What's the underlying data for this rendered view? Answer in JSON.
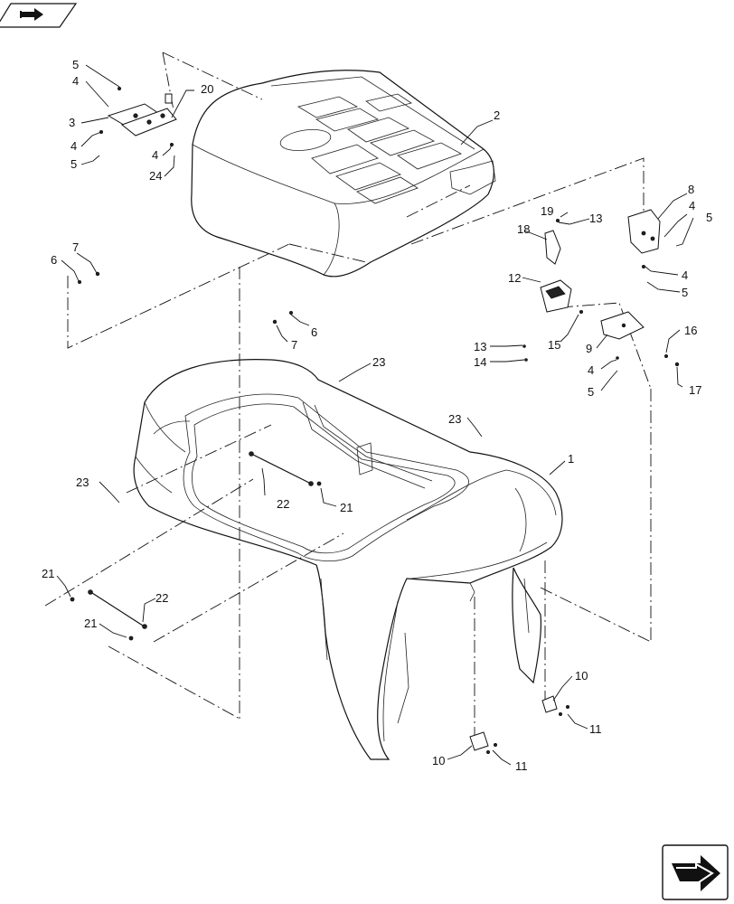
{
  "navigation": {
    "top_left_icon": "previous-page-arrow-icon",
    "bottom_right_icon": "next-page-arrow-icon"
  },
  "callouts": [
    {
      "id": "c1",
      "label": "1"
    },
    {
      "id": "c2",
      "label": "2"
    },
    {
      "id": "c3",
      "label": "3"
    },
    {
      "id": "c4a",
      "label": "4"
    },
    {
      "id": "c4b",
      "label": "4"
    },
    {
      "id": "c4c",
      "label": "4"
    },
    {
      "id": "c4d",
      "label": "4"
    },
    {
      "id": "c4e",
      "label": "4"
    },
    {
      "id": "c4f",
      "label": "4"
    },
    {
      "id": "c5a",
      "label": "5"
    },
    {
      "id": "c5b",
      "label": "5"
    },
    {
      "id": "c5c",
      "label": "5"
    },
    {
      "id": "c5d",
      "label": "5"
    },
    {
      "id": "c5e",
      "label": "5"
    },
    {
      "id": "c6a",
      "label": "6"
    },
    {
      "id": "c6b",
      "label": "6"
    },
    {
      "id": "c7a",
      "label": "7"
    },
    {
      "id": "c7b",
      "label": "7"
    },
    {
      "id": "c8",
      "label": "8"
    },
    {
      "id": "c9",
      "label": "9"
    },
    {
      "id": "c10a",
      "label": "10"
    },
    {
      "id": "c10b",
      "label": "10"
    },
    {
      "id": "c11a",
      "label": "11"
    },
    {
      "id": "c11b",
      "label": "11"
    },
    {
      "id": "c12",
      "label": "12"
    },
    {
      "id": "c13a",
      "label": "13"
    },
    {
      "id": "c13b",
      "label": "13"
    },
    {
      "id": "c14",
      "label": "14"
    },
    {
      "id": "c15",
      "label": "15"
    },
    {
      "id": "c16",
      "label": "16"
    },
    {
      "id": "c17",
      "label": "17"
    },
    {
      "id": "c18",
      "label": "18"
    },
    {
      "id": "c19",
      "label": "19"
    },
    {
      "id": "c20",
      "label": "20"
    },
    {
      "id": "c21a",
      "label": "21"
    },
    {
      "id": "c21b",
      "label": "21"
    },
    {
      "id": "c21c",
      "label": "21"
    },
    {
      "id": "c22a",
      "label": "22"
    },
    {
      "id": "c22b",
      "label": "22"
    },
    {
      "id": "c23a",
      "label": "23"
    },
    {
      "id": "c23b",
      "label": "23"
    },
    {
      "id": "c23c",
      "label": "23"
    },
    {
      "id": "c24",
      "label": "24"
    }
  ]
}
